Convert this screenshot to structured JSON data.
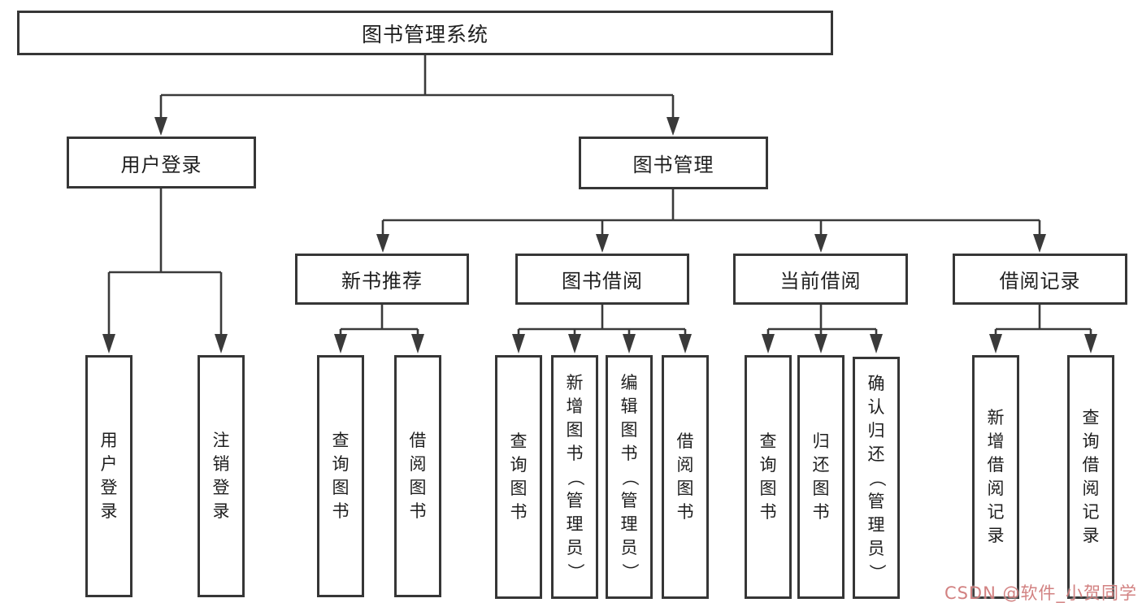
{
  "diagram_title": "图书管理系统",
  "nodes": {
    "root": {
      "label": "图书管理系统"
    },
    "user_login": {
      "label": "用户登录"
    },
    "book_mgmt": {
      "label": "图书管理"
    },
    "new_book_rec": {
      "label": "新书推荐"
    },
    "book_borrow": {
      "label": "图书借阅"
    },
    "current_borrow": {
      "label": "当前借阅"
    },
    "borrow_records": {
      "label": "借阅记录"
    },
    "leaf_user_login": {
      "label": "用户登录"
    },
    "leaf_logout": {
      "label": "注销登录"
    },
    "leaf_query_books_1": {
      "label": "查询图书"
    },
    "leaf_borrow_books_1": {
      "label": "借阅图书"
    },
    "leaf_query_books_2": {
      "label": "查询图书"
    },
    "leaf_add_book": {
      "label": "新增图书（管理员）"
    },
    "leaf_edit_book": {
      "label": "编辑图书（管理员）"
    },
    "leaf_borrow_books_2": {
      "label": "借阅图书"
    },
    "leaf_query_books_3": {
      "label": "查询图书"
    },
    "leaf_return_book": {
      "label": "归还图书"
    },
    "leaf_confirm_return": {
      "label": "确认归还（管理员）"
    },
    "leaf_add_borrow_record": {
      "label": "新增借阅记录"
    },
    "leaf_query_borrow_record": {
      "label": "查询借阅记录"
    }
  },
  "colors": {
    "line": "#3a3a3a",
    "border": "#363636",
    "text": "#1e1e1e",
    "watermark": "#cd7373"
  },
  "watermark": {
    "text": "CSDN @软件_小贺同学"
  }
}
